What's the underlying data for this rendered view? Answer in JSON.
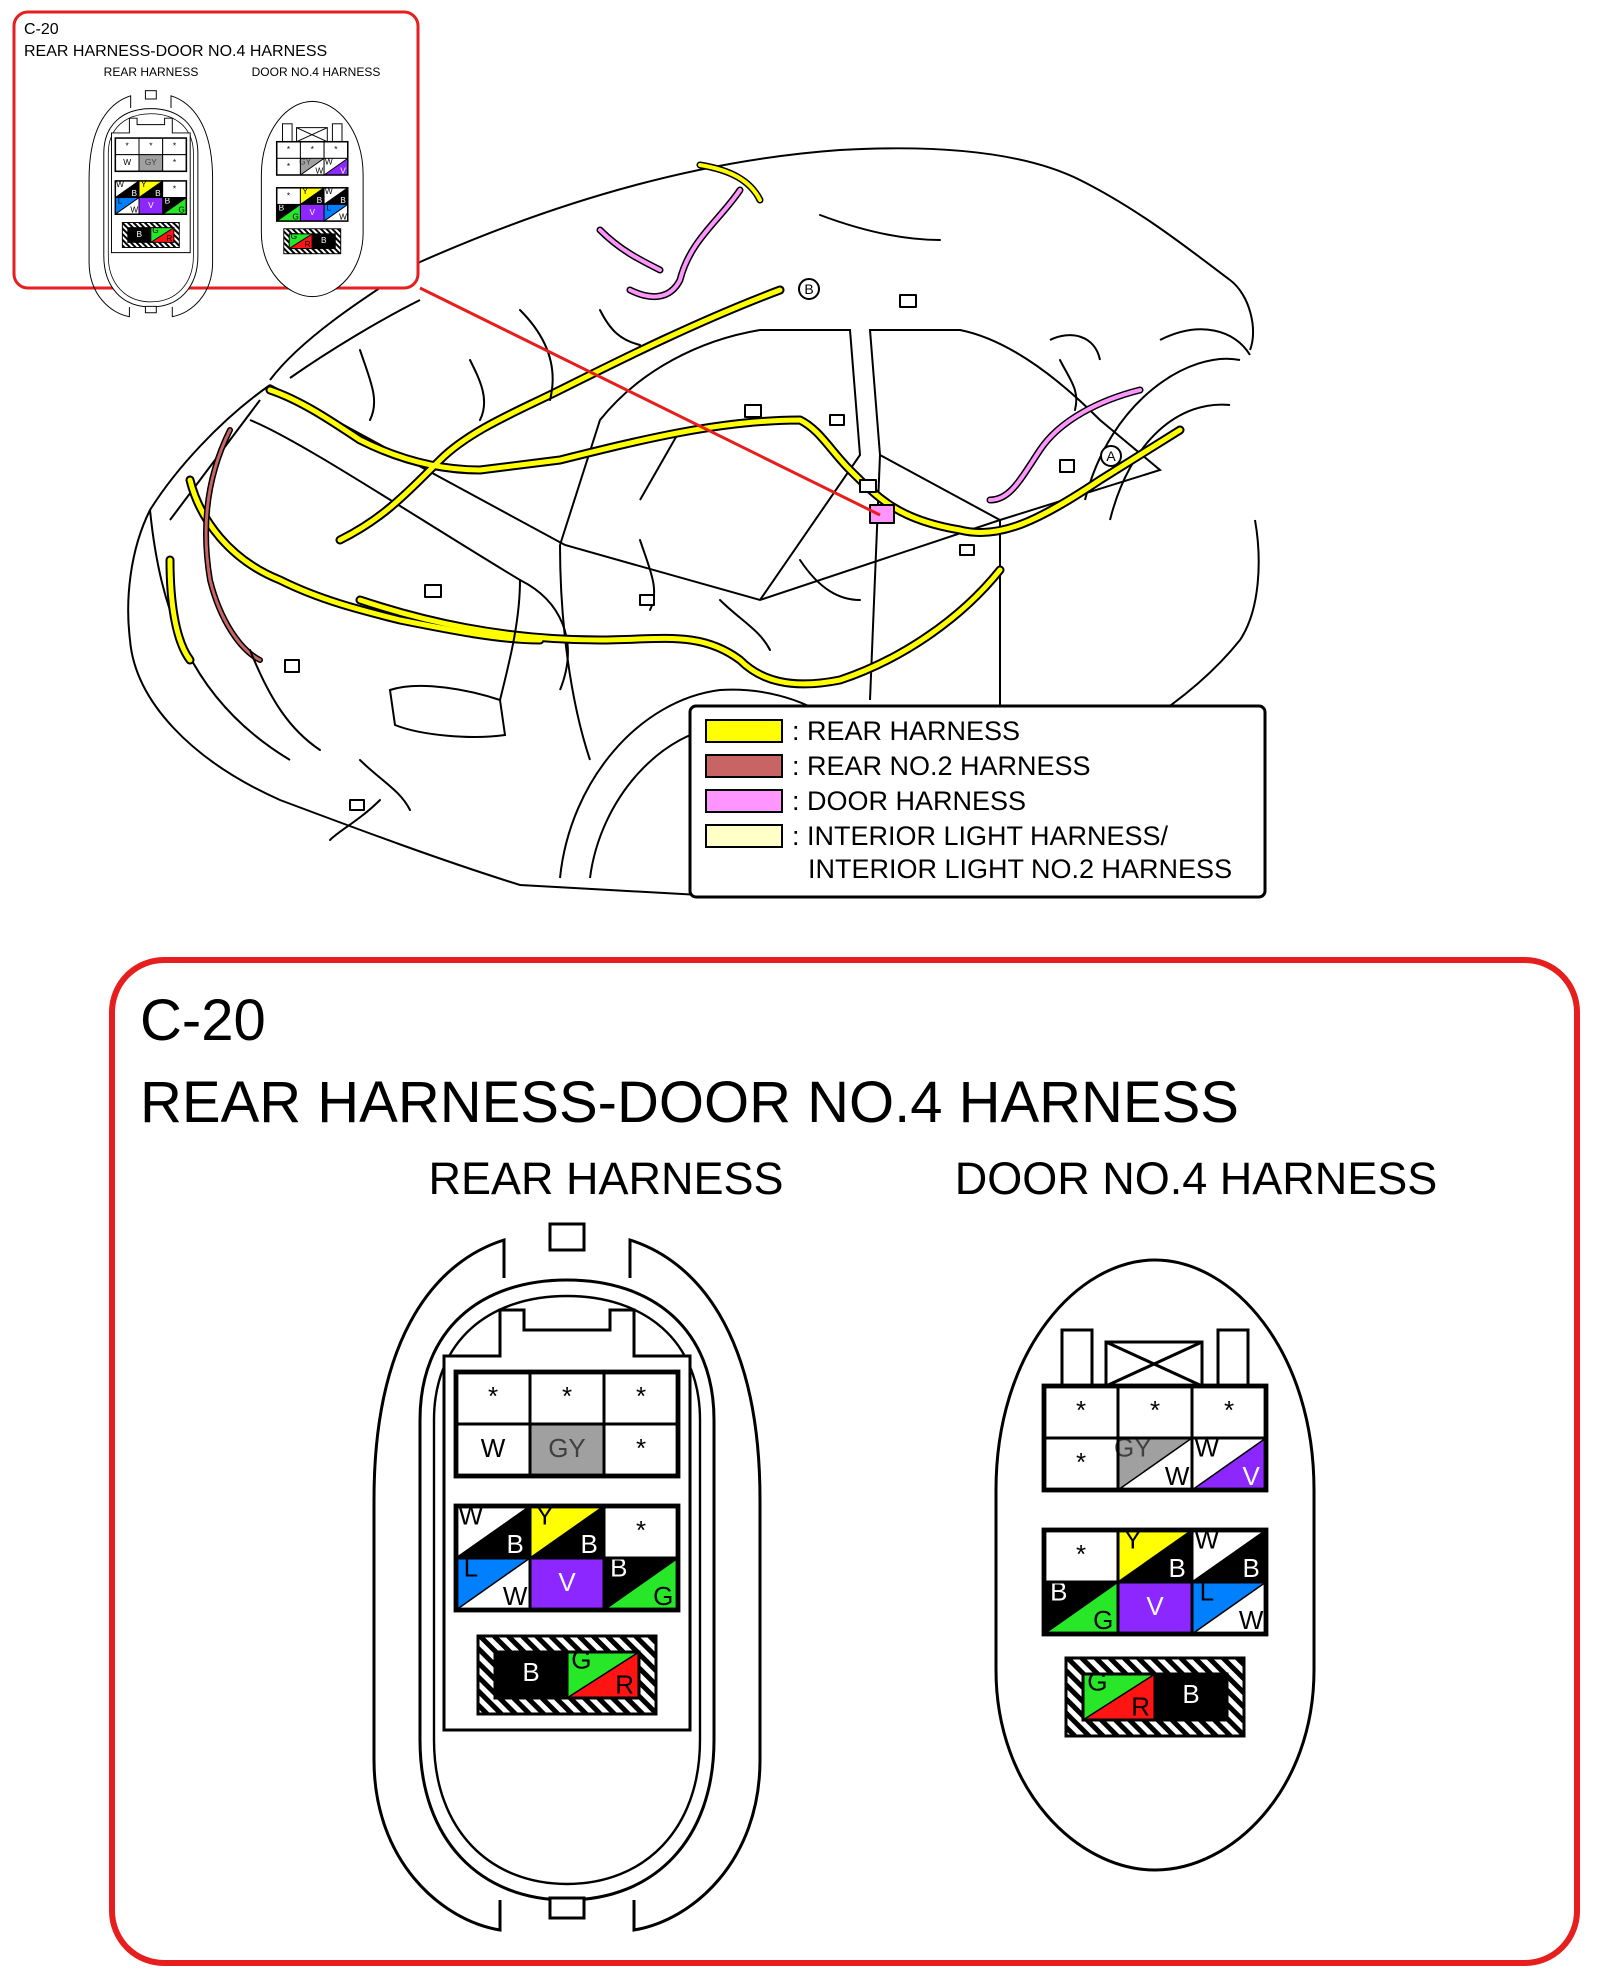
{
  "inset": {
    "code": "C-20",
    "title": "REAR HARNESS-DOOR NO.4 HARNESS",
    "left_label": "REAR HARNESS",
    "right_label": "DOOR NO.4 HARNESS"
  },
  "main": {
    "code": "C-20",
    "title": "REAR HARNESS-DOOR NO.4 HARNESS",
    "left_label": "REAR HARNESS",
    "right_label": "DOOR NO.4 HARNESS"
  },
  "callouts": {
    "a": "A",
    "b": "B"
  },
  "legend": {
    "items": [
      {
        "color": "#ffff00",
        "label": ": REAR HARNESS"
      },
      {
        "color": "#c86464",
        "label": ": REAR NO.2 HARNESS"
      },
      {
        "color": "#ff96ff",
        "label": ": DOOR HARNESS"
      },
      {
        "color": "#ffffc8",
        "label": ": INTERIOR LIGHT HARNESS/",
        "label2": "INTERIOR LIGHT NO.2 HARNESS"
      }
    ]
  },
  "colors": {
    "W": "#ffffff",
    "B": "#000000",
    "Y": "#ffff00",
    "L": "#0080ff",
    "V": "#8c28ff",
    "G": "#28e628",
    "R": "#ff1414",
    "GY": "#a0a0a0",
    "frame": "#e61e1e"
  },
  "connectors": {
    "rear": {
      "upper": [
        [
          {
            "t": "*"
          },
          {
            "t": "*"
          },
          {
            "t": "*"
          }
        ],
        [
          {
            "t": "W",
            "c": "W"
          },
          {
            "t": "GY",
            "c": "GY"
          },
          {
            "t": "*"
          }
        ]
      ],
      "lower": [
        [
          {
            "a": "W",
            "b": "B"
          },
          {
            "a": "Y",
            "b": "B"
          },
          {
            "t": "*"
          }
        ],
        [
          {
            "a": "L",
            "b": "W"
          },
          {
            "t": "V",
            "c": "V"
          },
          {
            "a": "B",
            "b": "G"
          }
        ]
      ],
      "bottom": [
        {
          "t": "B",
          "c": "B"
        },
        {
          "a": "G",
          "b": "R"
        }
      ]
    },
    "door": {
      "upper": [
        [
          {
            "t": "*"
          },
          {
            "t": "*"
          },
          {
            "t": "*"
          }
        ],
        [
          {
            "t": "*"
          },
          {
            "a": "GY",
            "b": "W"
          },
          {
            "a": "W",
            "b": "V"
          }
        ]
      ],
      "lower": [
        [
          {
            "t": "*"
          },
          {
            "a": "Y",
            "b": "B"
          },
          {
            "a": "W",
            "b": "B"
          }
        ],
        [
          {
            "a": "B",
            "b": "G"
          },
          {
            "t": "V",
            "c": "V"
          },
          {
            "a": "L",
            "b": "W"
          }
        ]
      ],
      "bottom": [
        {
          "a": "G",
          "b": "R"
        },
        {
          "t": "B",
          "c": "B"
        }
      ]
    }
  }
}
